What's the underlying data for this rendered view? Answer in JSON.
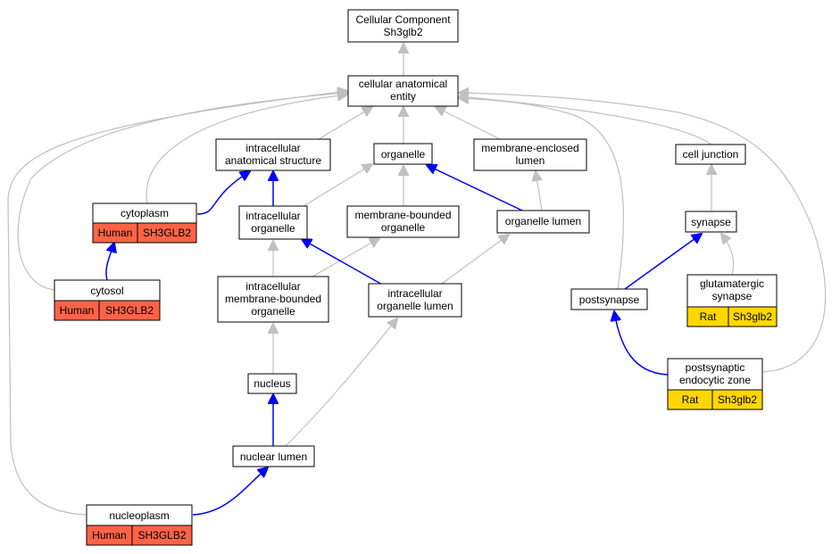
{
  "colors": {
    "human": "#ff6347",
    "rat": "#ffd700",
    "grey_edge": "#c0c0c0",
    "blue_edge": "#0000ff"
  },
  "nodes": {
    "root": {
      "line1": "Cellular Component",
      "line2": "Sh3glb2"
    },
    "cae": {
      "line1": "cellular anatomical",
      "line2": "entity"
    },
    "ias": {
      "line1": "intracellular",
      "line2": "anatomical structure"
    },
    "organelle": {
      "line1": "organelle"
    },
    "mel": {
      "line1": "membrane-enclosed",
      "line2": "lumen"
    },
    "cj": {
      "line1": "cell junction"
    },
    "cytoplasm": {
      "line1": "cytoplasm",
      "species": "Human",
      "gene": "SH3GLB2"
    },
    "io": {
      "line1": "intracellular",
      "line2": "organelle"
    },
    "mbo": {
      "line1": "membrane-bounded",
      "line2": "organelle"
    },
    "ol": {
      "line1": "organelle lumen"
    },
    "synapse": {
      "line1": "synapse"
    },
    "cytosol": {
      "line1": "cytosol",
      "species": "Human",
      "gene": "SH3GLB2"
    },
    "imbo": {
      "line1": "intracellular",
      "line2": "membrane-bounded",
      "line3": "organelle"
    },
    "iol": {
      "line1": "intracellular",
      "line2": "organelle lumen"
    },
    "postsynapse": {
      "line1": "postsynapse"
    },
    "glut": {
      "line1": "glutamatergic",
      "line2": "synapse",
      "species": "Rat",
      "gene": "Sh3glb2"
    },
    "nucleus": {
      "line1": "nucleus"
    },
    "pez": {
      "line1": "postsynaptic",
      "line2": "endocytic zone",
      "species": "Rat",
      "gene": "Sh3glb2"
    },
    "nl": {
      "line1": "nuclear lumen"
    },
    "np": {
      "line1": "nucleoplasm",
      "species": "Human",
      "gene": "SH3GLB2"
    }
  }
}
